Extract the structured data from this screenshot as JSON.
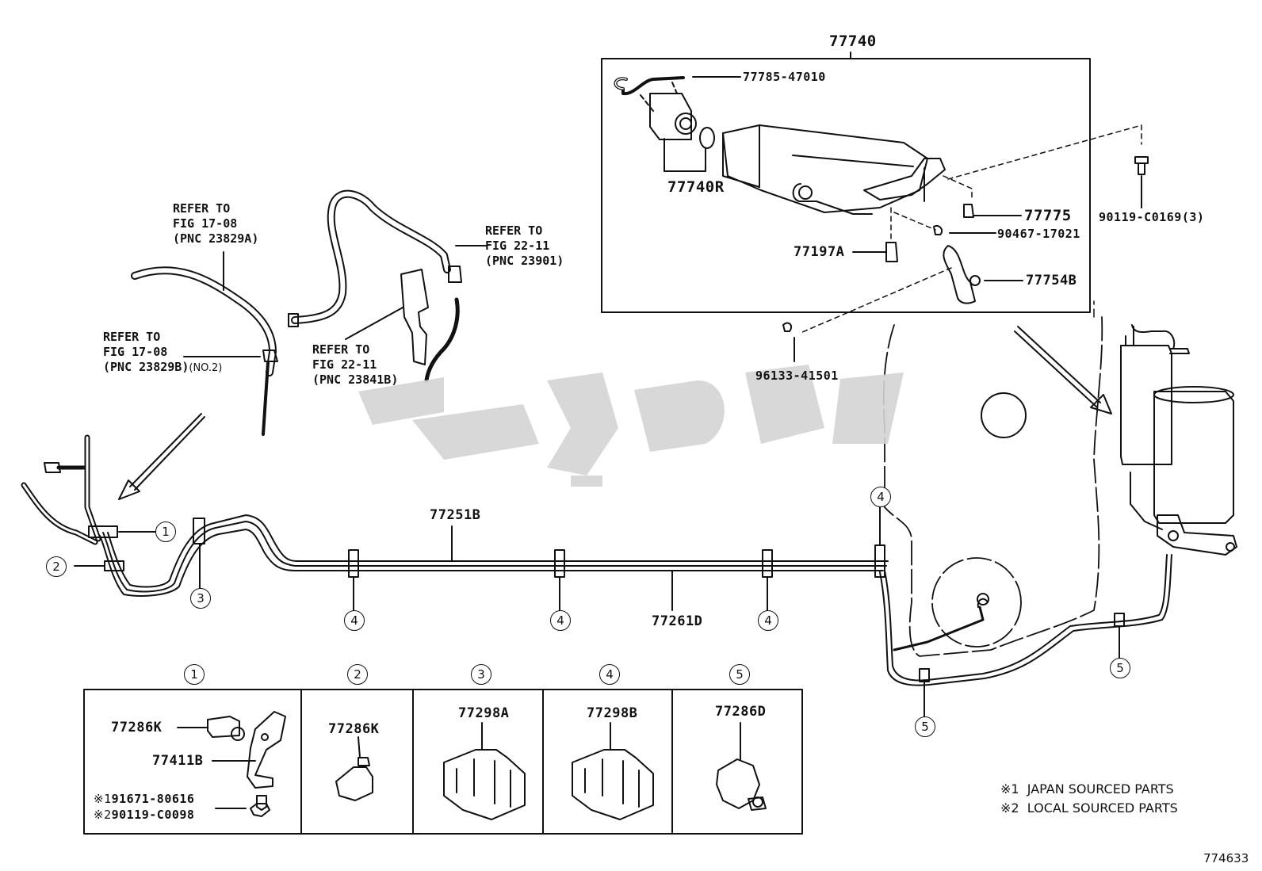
{
  "assembly": {
    "number": "77740",
    "sub_label": "77740R"
  },
  "parts_top": {
    "p77785": "77785-47010",
    "p77775": "77775",
    "p90119": "90119-C0169(3)",
    "p90467": "90467-17021",
    "p77197": "77197A",
    "p77754": "77754B",
    "p96133": "96133-41501"
  },
  "refs": {
    "ref1": "REFER TO\nFIG 17-08\n(PNC 23829A)",
    "ref2_line1": "REFER TO",
    "ref2_line2": "FIG 17-08",
    "ref2_line3": "(PNC 23829B)",
    "ref2_suffix": "(NO.2)",
    "ref3": "REFER TO\nFIG 22-11\n(PNC 23841B)",
    "ref4": "REFER TO\nFIG 22-11\n(PNC 23901)"
  },
  "pipes": {
    "upper": "77251B",
    "lower": "77261D"
  },
  "clamp_markers": {
    "m1": "1",
    "m2": "2",
    "m3": "3",
    "m4": "4",
    "m5": "5"
  },
  "detail_table": {
    "col1": {
      "marker": "1",
      "part_a": "77286K",
      "part_b": "77411B",
      "bolt1_mark": "※1",
      "bolt1": "91671-80616",
      "bolt2_mark": "※2",
      "bolt2": "90119-C0098"
    },
    "col2": {
      "marker": "2",
      "part": "77286K"
    },
    "col3": {
      "marker": "3",
      "part": "77298A"
    },
    "col4": {
      "marker": "4",
      "part": "77298B"
    },
    "col5": {
      "marker": "5",
      "part": "77286D"
    }
  },
  "notes": {
    "n1_mark": "※1",
    "n1": "JAPAN SOURCED PARTS",
    "n2_mark": "※2",
    "n2": "LOCAL SOURCED PARTS"
  },
  "figure_id": "774633"
}
